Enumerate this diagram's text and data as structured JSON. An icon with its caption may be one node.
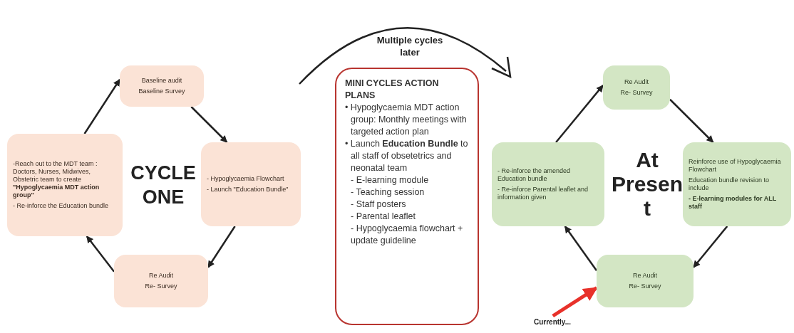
{
  "diagram": {
    "nodes": [
      {
        "text": [
          "Baseline audit",
          "Baseline Survey"
        ]
      },
      {
        "text": [
          "- Hypoglycaemia Flowchart",
          "- Launch \"Education Bundle\""
        ]
      },
      {
        "text": [
          "Re Audit",
          "Re- Survey"
        ]
      },
      {
        "text": [
          "-Reach out to the MDT team : Doctors, Nurses, Midwives, Obstetric team to create **\"Hypoglycaemia MDT action group\"**",
          "- Re-inforce the Education bundle"
        ]
      },
      {
        "text": [
          "MINI CYCLES ACTION PLANS",
          "• Hypoglycaemia MDT action group: Monthly meetings with targeted action plan",
          "• Launch **Education Bundle** to all staff of obsetetrics and neonatal team",
          "- E-learning module",
          "- Teaching session",
          "- Staff posters",
          "- Parental leaflet",
          "- Hypoglycaemia flowchart + update guideline"
        ]
      },
      {
        "text": [
          "Re Audit",
          "Re- Survey"
        ]
      },
      {
        "text": [
          "Reinforce use of Hypoglycaemia Flowchart",
          "Education bundle revision to include",
          "- E-learning modules for ALL staff"
        ]
      },
      {
        "text": [
          "Re Audit",
          "Re- Survey"
        ]
      },
      {
        "text": [
          "- Re-inforce the amended Education bundle",
          "- Re-inforce Parental leaflet and information given"
        ]
      },
      {
        "text": [
          "Currently..."
        ]
      }
    ],
    "edges": [
      {
        "from": 0,
        "to": 1,
        "arrow": "to"
      },
      {
        "from": 1,
        "to": 2,
        "arrow": "to"
      },
      {
        "from": 2,
        "to": 3,
        "arrow": "to"
      },
      {
        "from": 3,
        "to": 0,
        "arrow": "to"
      },
      {
        "from": 5,
        "to": 6,
        "arrow": "to"
      },
      {
        "from": 6,
        "to": 7,
        "arrow": "to"
      },
      {
        "from": 7,
        "to": 8,
        "arrow": "to"
      },
      {
        "from": 8,
        "to": 5,
        "arrow": "to"
      },
      {
        "from": 9,
        "to": 7,
        "arrow": "to",
        "style": "thick",
        "color": "#e8312a"
      }
    ],
    "labels": [
      "CYCLE ONE",
      "Multiple cycles later",
      "At Present"
    ]
  }
}
